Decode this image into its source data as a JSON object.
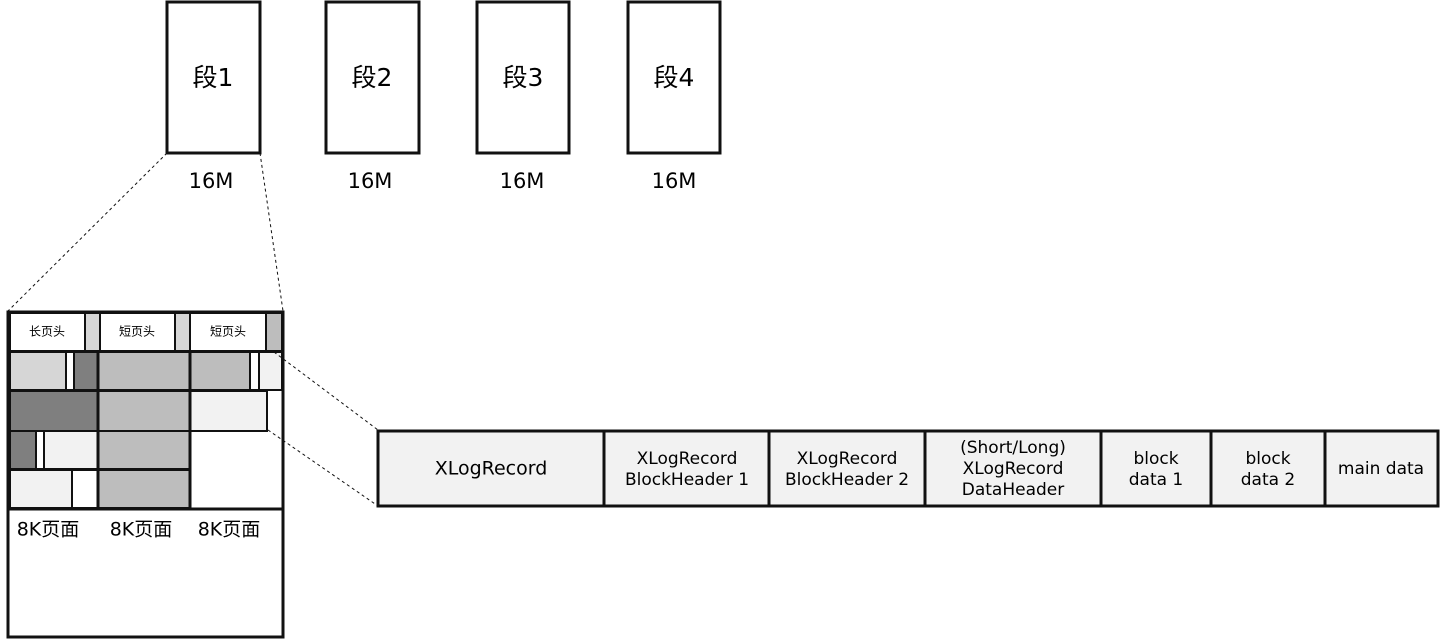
{
  "segments": [
    {
      "label": "段1",
      "size": "16M"
    },
    {
      "label": "段2",
      "size": "16M"
    },
    {
      "label": "段3",
      "size": "16M"
    },
    {
      "label": "段4",
      "size": "16M"
    }
  ],
  "page_headers": {
    "long": "长页头",
    "short1": "短页头",
    "short2": "短页头"
  },
  "pages": [
    "8K页面",
    "8K页面",
    "8K页面"
  ],
  "record": {
    "xlogrecord": "XLogRecord",
    "block_header_1": [
      "XLogRecord",
      "BlockHeader 1"
    ],
    "block_header_2": [
      "XLogRecord",
      "BlockHeader 2"
    ],
    "data_header": [
      "(Short/Long)",
      "XLogRecord",
      "DataHeader"
    ],
    "block_data_1": [
      "block",
      "data 1"
    ],
    "block_data_2": [
      "block",
      "data 2"
    ],
    "main_data": "main data"
  },
  "colors": {
    "stroke": "#111111",
    "light_fill": "#f2f2f2",
    "mid_fill": "#d6d6d6",
    "gray_fill": "#bdbdbd",
    "dark_fill": "#7f7f7f"
  }
}
